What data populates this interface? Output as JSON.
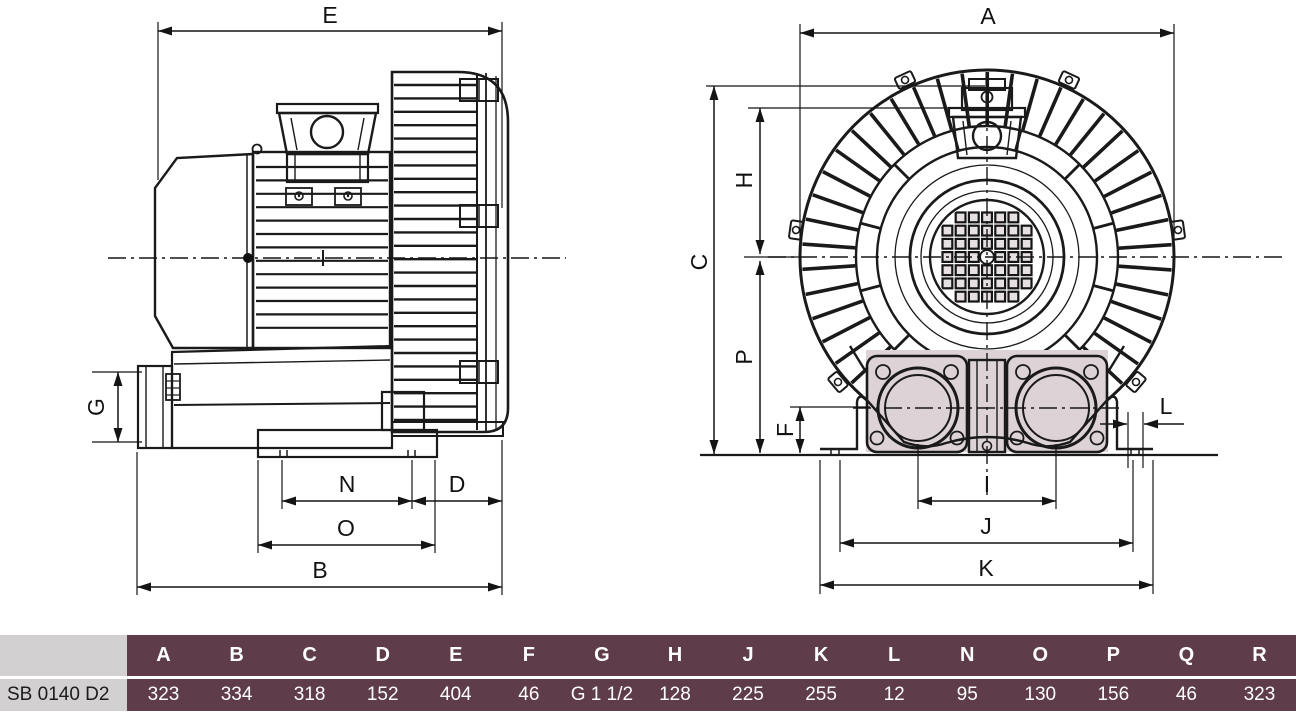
{
  "dims": {
    "A": "A",
    "B": "B",
    "C": "C",
    "D": "D",
    "E": "E",
    "F": "F",
    "G": "G",
    "H": "H",
    "I": "I",
    "J": "J",
    "K": "K",
    "L": "L",
    "N": "N",
    "O": "O",
    "P": "P"
  },
  "table": {
    "row_label": "SB 0140 D2",
    "columns": [
      "A",
      "B",
      "C",
      "D",
      "E",
      "F",
      "G",
      "H",
      "J",
      "K",
      "L",
      "N",
      "O",
      "P",
      "Q",
      "R"
    ],
    "values": [
      "323",
      "334",
      "318",
      "152",
      "404",
      "46",
      "G 1 1/2",
      "128",
      "225",
      "255",
      "12",
      "95",
      "130",
      "156",
      "46",
      "323"
    ]
  },
  "colors": {
    "table_header_bg": "#5e3c49",
    "table_label_bg": "#d2d0d1",
    "table_text": "#ffffff",
    "drawing_line": "#1a1a1a",
    "drawing_fill_light": "#ddd4d8",
    "drawing_fill_mid": "#cfc2c8",
    "drawing_fill_dark": "#c6b5bd"
  }
}
